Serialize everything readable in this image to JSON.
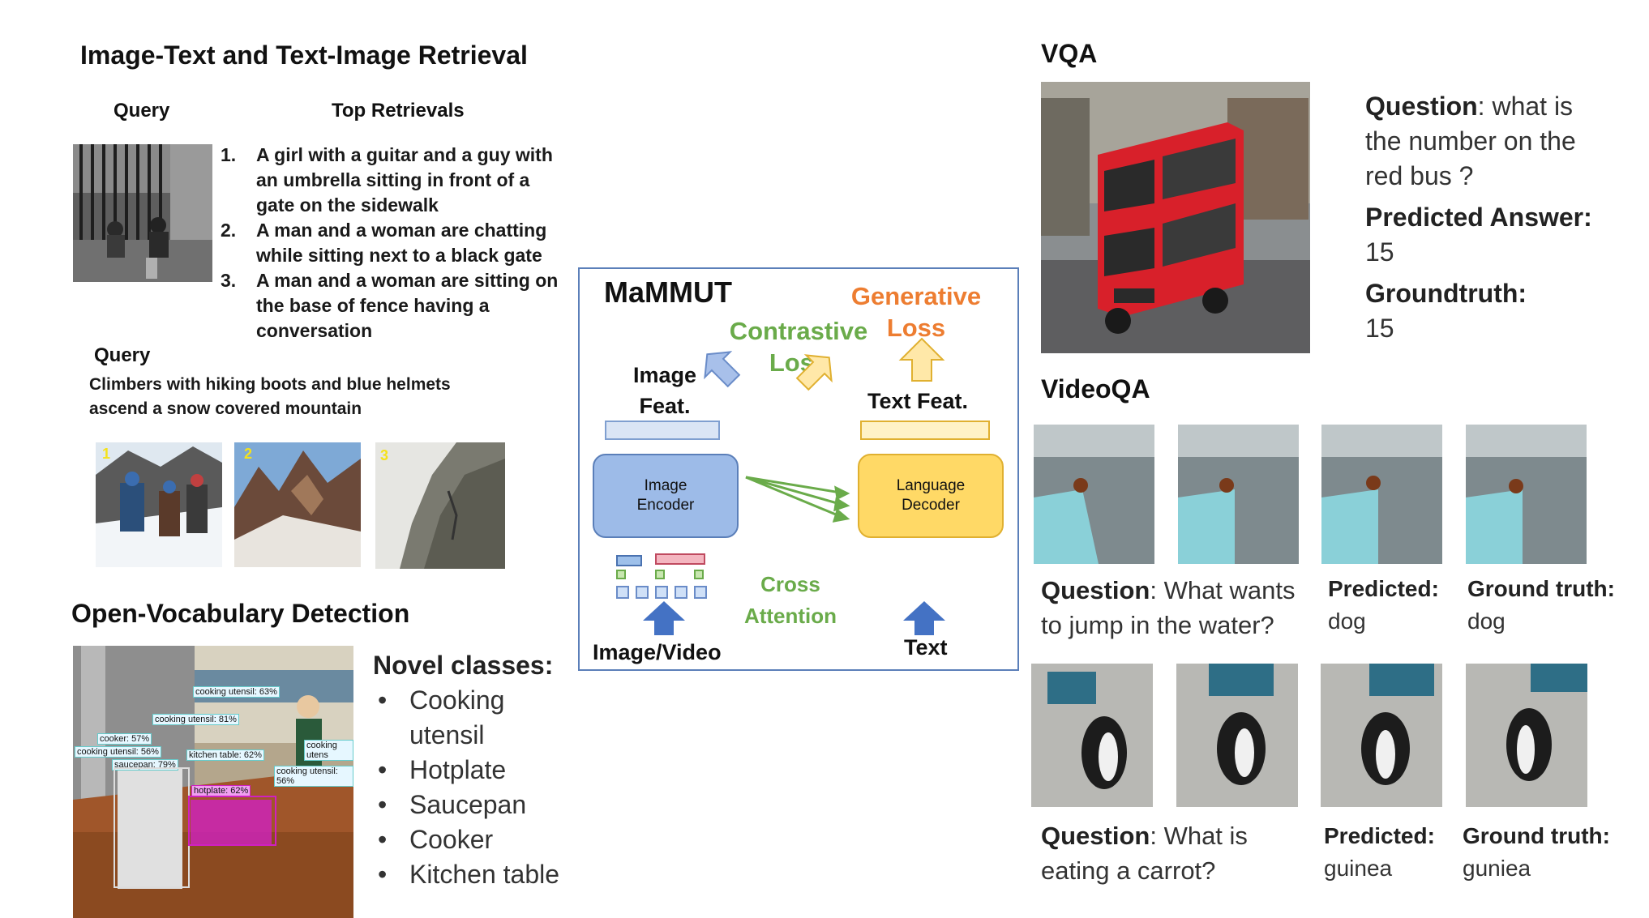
{
  "retrieval": {
    "title": "Image-Text and Text-Image Retrieval",
    "query_header": "Query",
    "top_header": "Top Retrievals",
    "results": [
      {
        "num": "1.",
        "text": "A girl with a guitar and a guy with an umbrella sitting in front of a gate on the sidewalk"
      },
      {
        "num": "2.",
        "text": "A man and a woman are chatting while sitting next to a black gate"
      },
      {
        "num": "3.",
        "text": "A man and a woman are sitting on the base of fence having a conversation"
      }
    ],
    "query2_header": "Query",
    "query2_text": "Climbers with hiking boots and blue helmets ascend a snow covered mountain",
    "image_ranks": [
      "1",
      "2",
      "3"
    ]
  },
  "detection": {
    "title": "Open-Vocabulary Detection",
    "novel_header": "Novel classes:",
    "classes": [
      "Cooking utensil",
      "Hotplate",
      "Saucepan",
      "Cooker",
      "Kitchen table"
    ],
    "box_labels": [
      "cooking utensil: 63%",
      "cooking utensil: 81%",
      "cooker: 57%",
      "cooking utensil: 56%",
      "saucepan: 79%",
      "kitchen table: 62%",
      "cooking utens",
      "cooking utensil: 56%",
      "hotplate: 62%"
    ]
  },
  "mammut": {
    "title": "MaMMUT",
    "generative_loss": "Generative Loss",
    "contrastive_loss": "Contrastive Loss",
    "image_feat": "Image Feat.",
    "text_feat": "Text Feat.",
    "image_encoder": "Image Encoder",
    "language_decoder": "Language Decoder",
    "cross_attention": "Cross Attention",
    "input_image": "Image/Video",
    "input_text": "Text",
    "colors": {
      "border": "#5b7fb9",
      "green": "#6aab4a",
      "orange": "#ed7d31",
      "encoder": "#9dbbe8",
      "decoder": "#ffd966"
    }
  },
  "vqa": {
    "title": "VQA",
    "question_label": "Question",
    "question_text": ": what is the number on the red bus ?",
    "predicted_label": "Predicted Answer",
    "predicted_value": "15",
    "gt_label": "Groundtruth",
    "gt_value": "15"
  },
  "videoqa": {
    "title": "VideoQA",
    "examples": [
      {
        "question_label": "Question",
        "question_text": ": What wants to jump in the water?",
        "predicted_label": "Predicted",
        "predicted_value": "dog",
        "gt_label": "Ground truth",
        "gt_value": "dog"
      },
      {
        "question_label": "Question",
        "question_text": ": What is eating a carrot?",
        "predicted_label": "Predicted",
        "predicted_value": "guinea",
        "gt_label": "Ground truth",
        "gt_value": "guniea"
      }
    ]
  }
}
